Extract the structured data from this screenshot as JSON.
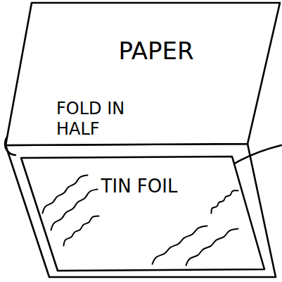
{
  "diagram": {
    "nodes": [
      {
        "text": [
          "PAPER"
        ]
      },
      {
        "text": [
          "TIN FOIL"
        ]
      }
    ],
    "labels": [
      "FOLD IN HALF"
    ]
  }
}
